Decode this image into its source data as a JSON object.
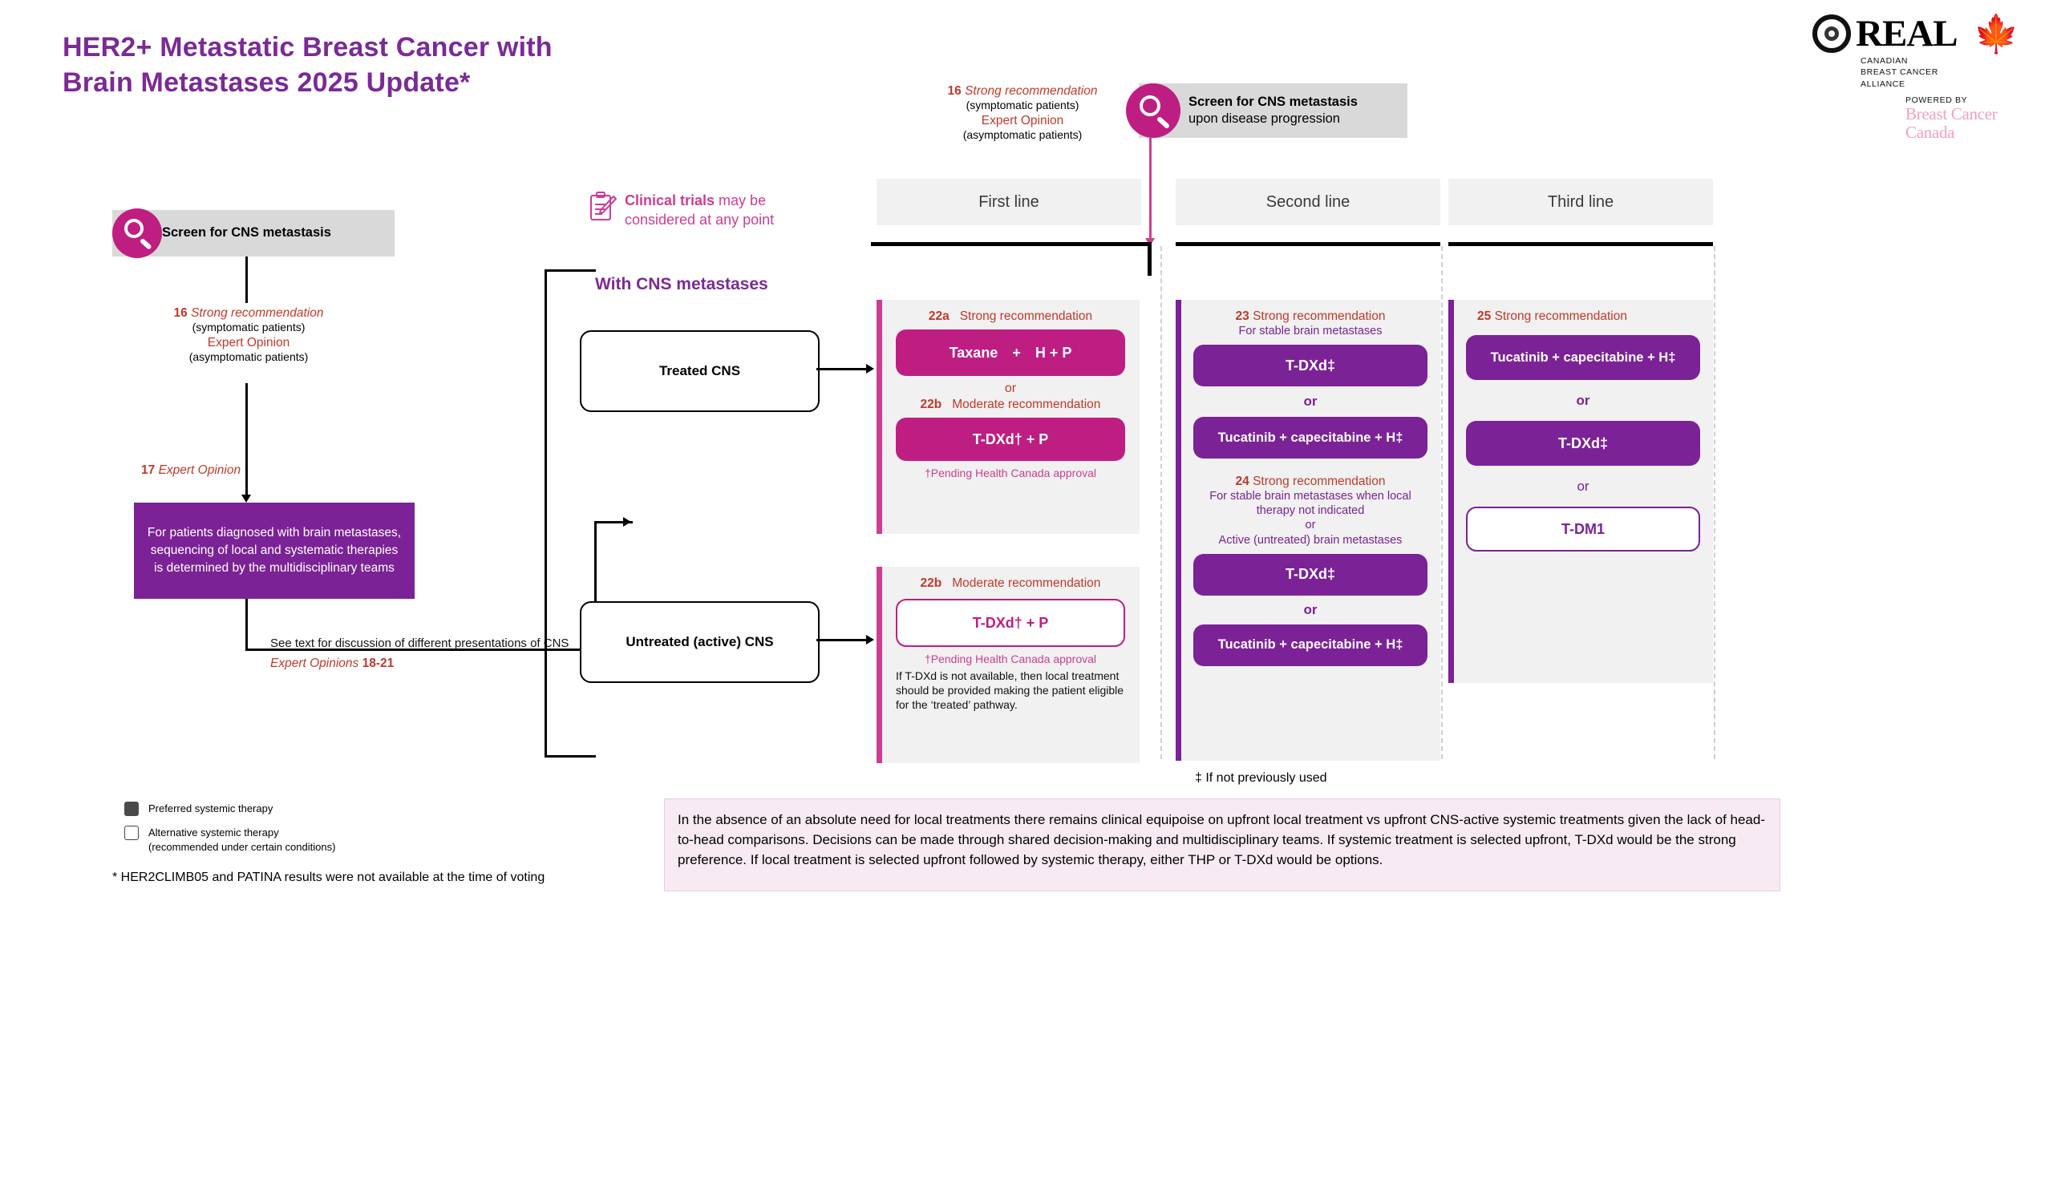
{
  "title": "HER2+ Metastatic Breast Cancer with\nBrain Metastases 2025 Update*",
  "logo": {
    "mark_icon": "real-swirl-icon",
    "wordmark": "REAL",
    "maple_icon": "maple-leaf-icon",
    "alliance_line1": "CANADIAN",
    "alliance_line2": "BREAST CANCER",
    "alliance_line3": "ALLIANCE",
    "powered_by": "POWERED BY",
    "sponsor": "Breast Cancer Canada"
  },
  "left_flow": {
    "screen_icon": "magnifier-icon",
    "screen_title": "Screen for CNS metastasis",
    "rec16_num": "16",
    "rec16_label": "Strong recommendation",
    "rec16_sub": "(symptomatic patients)",
    "rec16_expert": "Expert Opinion",
    "rec16_expert_sub": "(asymptomatic patients)",
    "rec17_num": "17",
    "rec17_label": "Expert Opinion",
    "purple_box_text": "For patients diagnosed with brain metastases, sequencing of local and systematic therapies is determined by the multidisciplinary teams",
    "see_text_note": "See text for discussion of different presentations of CNS",
    "expert_opinions_label": "Expert Opinions",
    "expert_opinions_range": "18-21"
  },
  "clinical_trials": {
    "icon": "clipboard-pencil-icon",
    "bold": "Clinical trials",
    "rest": " may be considered at any point"
  },
  "branch": {
    "heading": "With CNS metastases",
    "treated": "Treated CNS",
    "untreated": "Untreated (active) CNS"
  },
  "top_screen": {
    "rec16_num": "16",
    "rec16_label": "Strong recommendation",
    "rec16_sub": "(symptomatic patients)",
    "rec16_expert": "Expert Opinion",
    "rec16_expert_sub": "(asymptomatic patients)",
    "icon": "magnifier-icon",
    "title": "Screen for CNS metastasis",
    "subtitle": "upon disease progression"
  },
  "columns": {
    "first": "First line",
    "second": "Second line",
    "third": "Third line"
  },
  "first_line_treated": {
    "rec_a_num": "22a",
    "rec_a_label": "Strong recommendation",
    "drug_a_part1": "Taxane",
    "drug_a_plus": "+",
    "drug_a_part2": "H + P",
    "or": "or",
    "rec_b_num": "22b",
    "rec_b_label": "Moderate recommendation",
    "drug_b": "T-DXd† + P",
    "pending": "†Pending Health Canada approval"
  },
  "first_line_untreated": {
    "rec_num": "22b",
    "rec_label": "Moderate recommendation",
    "drug": "T-DXd† + P",
    "pending": "†Pending Health Canada approval",
    "note": "If T-DXd is not available, then local treatment should be provided making the patient eligible for the ‘treated’ pathway."
  },
  "second_line": {
    "rec23_num": "23",
    "rec23_label": "Strong recommendation",
    "rec23_cond": "For stable brain metastases",
    "rec23_drug1": "T-DXd‡",
    "or1": "or",
    "rec23_drug2": "Tucatinib + capecitabine + H‡",
    "rec24_num": "24",
    "rec24_label": "Strong recommendation",
    "rec24_cond_line1": "For stable brain metastases when local",
    "rec24_cond_line2": "therapy not indicated",
    "rec24_cond_or": "or",
    "rec24_cond_line3": "Active (untreated) brain metastases",
    "rec24_drug1": "T-DXd‡",
    "or2": "or",
    "rec24_drug2": "Tucatinib + capecitabine + H‡",
    "footnote": "‡ If not previously used"
  },
  "third_line": {
    "rec25_num": "25",
    "rec25_label": "Strong recommendation",
    "drug1": "Tucatinib + capecitabine + H‡",
    "or1": "or",
    "drug2": "T-DXd‡",
    "or2": "or",
    "drug3": "T-DM1"
  },
  "legend": {
    "preferred_label": "Preferred systemic  therapy",
    "alternative_label": "Alternative  systemic  therapy",
    "alternative_sub": "(recommended  under certain conditions)",
    "footnote": "* HER2CLIMB05 and PATINA results were not available at the time of voting"
  },
  "equipoise_text": "In the absence of an absolute need for local treatments there remains clinical equipoise on upfront local treatment vs upfront CNS-active systemic treatments given the lack of head-to-head comparisons. Decisions can be made through shared decision-making and multidisciplinary teams. If systemic treatment is selected upfront, T-DXd would be the strong preference. If local treatment is selected upfront followed by systemic therapy, either THP or T-DXd would be options.",
  "colors": {
    "magenta": "#BE1E82",
    "purple": "#7B2296",
    "title_purple": "#7B2A96",
    "rec_red": "#C0392B",
    "panel_grey": "#F1F1F1",
    "screen_grey": "#D9D9D9",
    "equipoise_bg": "#F7EAF3",
    "sponsor_pink": "#F4A0BE"
  }
}
